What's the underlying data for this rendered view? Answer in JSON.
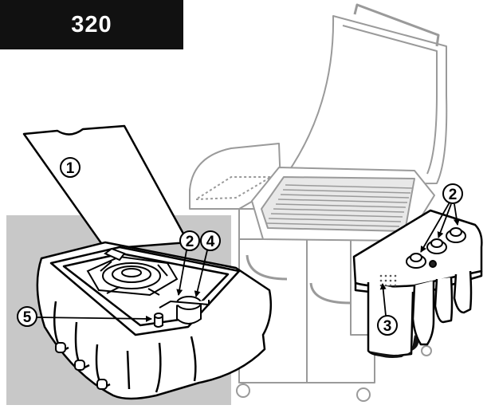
{
  "model_number": "320",
  "callouts": {
    "lid": "1",
    "burner_control_knob": "2",
    "side_control_knobs": "2",
    "igniter_button": "3",
    "burner_valve": "4",
    "igniter_electrode": "5"
  },
  "colors": {
    "background_panel": "#c8c8c8",
    "outline": "#000000",
    "grill_outline": "#9a9a9a",
    "banner": "#111111"
  }
}
